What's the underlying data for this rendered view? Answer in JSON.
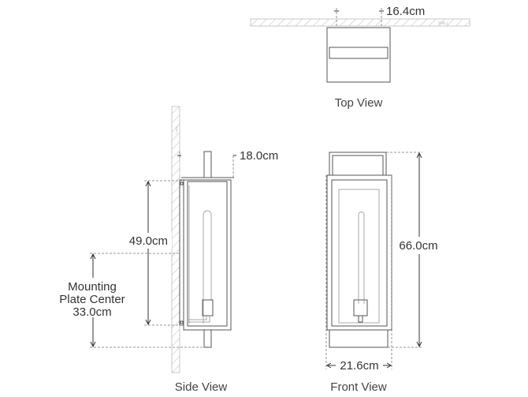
{
  "top_view": {
    "title": "Top View",
    "width_label": "16.4cm",
    "wall_label": "WALL"
  },
  "side_view": {
    "title": "Side View",
    "depth_label": "18.0cm",
    "plate_height_label": "49.0cm",
    "mounting_lines": [
      "Mounting",
      "Plate Center",
      "33.0cm"
    ],
    "wall_label": "WALL"
  },
  "front_view": {
    "title": "Front View",
    "height_label": "66.0cm",
    "width_label": "21.6cm"
  },
  "colors": {
    "line": "#555555",
    "light_line": "#aaaaaa",
    "text": "#333333"
  }
}
